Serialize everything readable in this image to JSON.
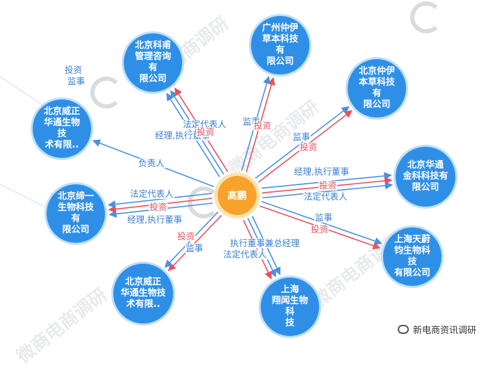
{
  "center": {
    "label": "高鹏"
  },
  "nodes": [
    {
      "id": "n1",
      "label": "北京科甫\n管理咨询有\n限公司"
    },
    {
      "id": "n2",
      "label": "广州仲伊\n草本科技有\n限公司"
    },
    {
      "id": "n3",
      "label": "北京仲伊\n本草科技有\n限公司"
    },
    {
      "id": "n4",
      "label": "北京华通\n金科科技有\n限公司"
    },
    {
      "id": "n5",
      "label": "上海天蔚\n钧生物科技\n有限公司"
    },
    {
      "id": "n6",
      "label": "上海\n翔闻生物科\n技"
    },
    {
      "id": "n7",
      "label": "北京威正\n华通生物技\n术有限.."
    },
    {
      "id": "n8",
      "label": "北京缔一\n生物科技有\n限公司"
    },
    {
      "id": "n9",
      "label": "北京威正\n华通生物技\n术有限.."
    }
  ],
  "edge_labels": [
    {
      "text": "法定代表人",
      "color": "blue"
    },
    {
      "text": "经理,执行董事",
      "color": "blue"
    },
    {
      "text": "投资",
      "color": "red"
    },
    {
      "text": "监事",
      "color": "blue"
    },
    {
      "text": "投资",
      "color": "red"
    },
    {
      "text": "监事",
      "color": "blue"
    },
    {
      "text": "投资",
      "color": "red"
    },
    {
      "text": "经理,执行董事",
      "color": "blue"
    },
    {
      "text": "投资",
      "color": "red"
    },
    {
      "text": "法定代表人",
      "color": "blue"
    },
    {
      "text": "监事",
      "color": "blue"
    },
    {
      "text": "投资",
      "color": "red"
    },
    {
      "text": "执行董事兼总经理",
      "color": "blue"
    },
    {
      "text": "法定代表人",
      "color": "blue"
    },
    {
      "text": "投资",
      "color": "red"
    },
    {
      "text": "监事",
      "color": "blue"
    },
    {
      "text": "法定代表人",
      "color": "blue"
    },
    {
      "text": "投资",
      "color": "red"
    },
    {
      "text": "经理,执行董事",
      "color": "blue"
    },
    {
      "text": "负责人",
      "color": "blue"
    },
    {
      "text": "投资",
      "color": "blue"
    },
    {
      "text": "监事",
      "color": "blue"
    }
  ],
  "watermarks": [
    "微商电商调研",
    "微商电商调研",
    "微商电商调研",
    "微商电商调研"
  ],
  "caption": {
    "text": "新电商资讯调研",
    "icon": "wechat-icon"
  },
  "colors": {
    "node": "#2f8fe6",
    "center": "#f7a22b",
    "blue_edge": "#4a90e2",
    "red_edge": "#e8505b"
  }
}
